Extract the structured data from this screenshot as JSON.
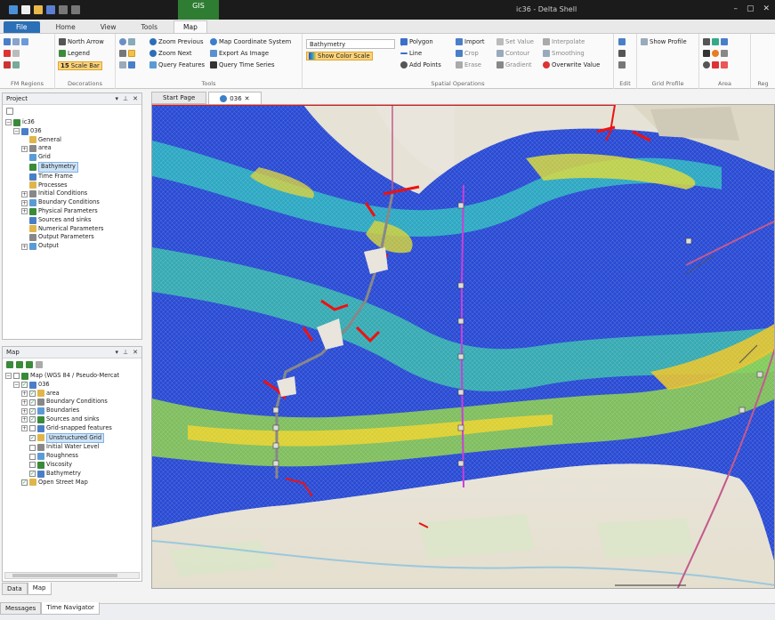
{
  "titlebar": {
    "gis_tab": "GIS",
    "app_title": "ic36 - Delta Shell"
  },
  "ribbon_tabs": [
    "File",
    "Home",
    "View",
    "Tools",
    "Map"
  ],
  "ribbon": {
    "fm_regions": {
      "label": "FM Regions"
    },
    "decorations": {
      "label": "Decorations",
      "north_arrow": "North Arrow",
      "legend": "Legend",
      "scale_bar": "Scale Bar"
    },
    "tools": {
      "label": "Tools",
      "zoom_previous": "Zoom Previous",
      "zoom_next": "Zoom Next",
      "query_features": "Query Features",
      "map_coordinate_system": "Map Coordinate System",
      "export_as_image": "Export As Image",
      "query_time_series": "Query Time Series"
    },
    "spatial": {
      "label": "Spatial Operations",
      "layer_combo": "Bathymetry",
      "show_color_scale": "Show Color Scale",
      "polygon": "Polygon",
      "line": "Line",
      "add_points": "Add Points",
      "import": "Import",
      "crop": "Crop",
      "erase": "Erase",
      "set_value": "Set Value",
      "contour": "Contour",
      "gradient": "Gradient",
      "interpolate": "Interpolate",
      "smoothing": "Smoothing",
      "overwrite_value": "Overwrite Value"
    },
    "edit": {
      "label": "Edit"
    },
    "grid_profile": {
      "label": "Grid Profile",
      "show_profile": "Show Profile"
    },
    "area": {
      "label": "Area"
    },
    "region": {
      "label": "Reg"
    }
  },
  "project_panel": {
    "title": "Project",
    "items": [
      {
        "label": "ic36",
        "depth": 0,
        "exp": "−"
      },
      {
        "label": "036",
        "depth": 1,
        "exp": "−"
      },
      {
        "label": "General",
        "depth": 2,
        "exp": ""
      },
      {
        "label": "area",
        "depth": 2,
        "exp": "+"
      },
      {
        "label": "Grid",
        "depth": 2,
        "exp": ""
      },
      {
        "label": "Bathymetry",
        "depth": 2,
        "exp": "",
        "selected": true
      },
      {
        "label": "Time Frame",
        "depth": 2,
        "exp": ""
      },
      {
        "label": "Processes",
        "depth": 2,
        "exp": ""
      },
      {
        "label": "Initial Conditions",
        "depth": 2,
        "exp": "+"
      },
      {
        "label": "Boundary Conditions",
        "depth": 2,
        "exp": "+"
      },
      {
        "label": "Physical Parameters",
        "depth": 2,
        "exp": "+"
      },
      {
        "label": "Sources and sinks",
        "depth": 2,
        "exp": ""
      },
      {
        "label": "Numerical Parameters",
        "depth": 2,
        "exp": ""
      },
      {
        "label": "Output Parameters",
        "depth": 2,
        "exp": ""
      },
      {
        "label": "Output",
        "depth": 2,
        "exp": "+"
      }
    ]
  },
  "map_panel": {
    "title": "Map",
    "items": [
      {
        "label": "Map (WGS 84 / Pseudo-Mercat",
        "depth": 0,
        "exp": "−",
        "chk": false
      },
      {
        "label": "036",
        "depth": 1,
        "exp": "−",
        "chk": true
      },
      {
        "label": "area",
        "depth": 2,
        "exp": "+",
        "chk": true
      },
      {
        "label": "Boundary Conditions",
        "depth": 2,
        "exp": "+",
        "chk": true
      },
      {
        "label": "Boundaries",
        "depth": 2,
        "exp": "+",
        "chk": true
      },
      {
        "label": "Sources and sinks",
        "depth": 2,
        "exp": "+",
        "chk": true
      },
      {
        "label": "Grid-snapped features",
        "depth": 2,
        "exp": "+",
        "chk": false
      },
      {
        "label": "Unstructured Grid",
        "depth": 2,
        "exp": "",
        "chk": true,
        "selected": true
      },
      {
        "label": "Initial Water Level",
        "depth": 2,
        "exp": "",
        "chk": false
      },
      {
        "label": "Roughness",
        "depth": 2,
        "exp": "",
        "chk": false
      },
      {
        "label": "Viscosity",
        "depth": 2,
        "exp": "",
        "chk": false
      },
      {
        "label": "Bathymetry",
        "depth": 2,
        "exp": "",
        "chk": true
      },
      {
        "label": "Open Street Map",
        "depth": 1,
        "exp": "",
        "chk": true
      }
    ]
  },
  "left_tabs": {
    "data": "Data",
    "map": "Map"
  },
  "doc_tabs": {
    "start_page": "Start Page",
    "model": "036"
  },
  "status_tabs": {
    "messages": "Messages",
    "time_navigator": "Time Navigator"
  }
}
